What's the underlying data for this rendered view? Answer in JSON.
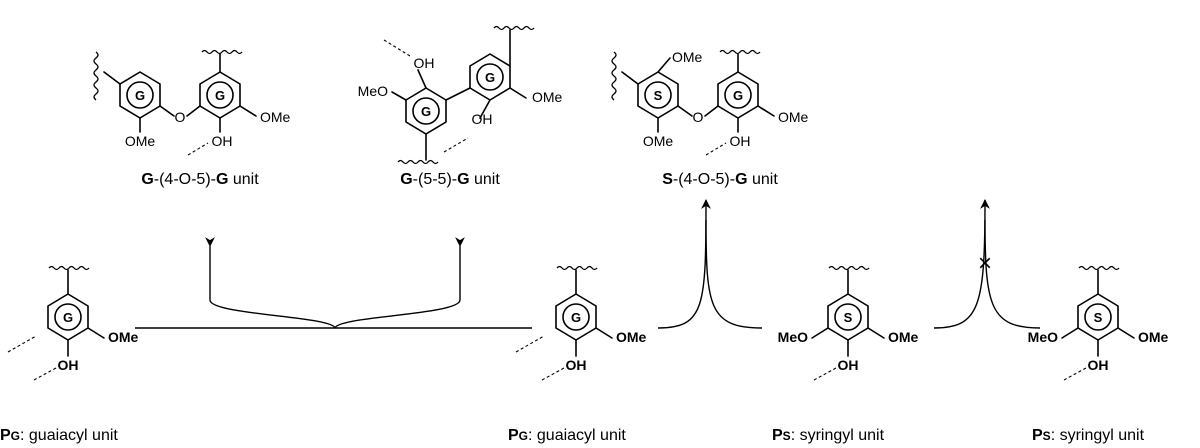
{
  "product_units": [
    {
      "prefix": "G",
      "link": "-(4-O-5)-",
      "suffix": "G",
      "tail": " unit"
    },
    {
      "prefix": "G",
      "link": "-(5-5)-",
      "suffix": "G",
      "tail": " unit"
    },
    {
      "prefix": "S",
      "link": "-(4-O-5)-",
      "suffix": "G",
      "tail": " unit"
    }
  ],
  "monomers": [
    {
      "symbol": "P",
      "sub": "G",
      "name": ": guaiacyl unit"
    },
    {
      "symbol": "P",
      "sub": "G",
      "name": ": guaiacyl unit"
    },
    {
      "symbol": "P",
      "sub": "S",
      "name": ": syringyl unit"
    },
    {
      "symbol": "P",
      "sub": "S",
      "name": ": syringyl unit"
    }
  ],
  "ring_labels": {
    "g": "G",
    "s": "S"
  },
  "atoms": {
    "ome": "OMe",
    "meo": "MeO",
    "oh": "OH",
    "o": "O"
  },
  "blocked_mark": "×"
}
